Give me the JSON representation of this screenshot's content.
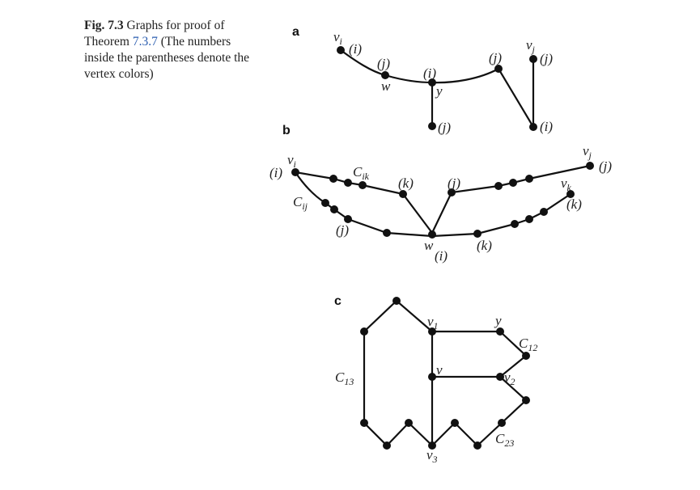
{
  "caption": {
    "fig_label": "Fig. 7.3",
    "text_before_ref": "Graphs for proof of Theorem",
    "ref": "7.3.7",
    "text_after_ref": "(The numbers inside the parentheses denote the vertex colors)"
  },
  "panels": {
    "a": {
      "letter": "a",
      "labels": {
        "vi": "v",
        "vi_sub": "i",
        "vi_color": "(i)",
        "w": "w",
        "w_color": "(j)",
        "y": "y",
        "y_color": "(i)",
        "bottom_color": "(j)",
        "vj": "v",
        "vj_sub": "j",
        "vj_color": "(j)",
        "mid_color": "(j)",
        "right_bottom_color": "(i)"
      }
    },
    "b": {
      "letter": "b",
      "labels": {
        "vi": "v",
        "vi_sub": "i",
        "vi_color": "(i)",
        "cik": "C",
        "cik_sub": "ik",
        "cij": "C",
        "cij_sub": "ij",
        "k_top": "(k)",
        "j_top": "(j)",
        "j_low": "(j)",
        "w": "w",
        "w_color": "(i)",
        "k_low": "(k)",
        "vj": "v",
        "vj_sub": "j",
        "vj_color": "(j)",
        "vk": "v",
        "vk_sub": "k",
        "vk_color": "(k)"
      }
    },
    "c": {
      "letter": "c",
      "labels": {
        "v1": "v",
        "v1_sub": "1",
        "y": "y",
        "c12": "C",
        "c12_sub": "12",
        "v": "v",
        "v2": "v",
        "v2_sub": "2",
        "c13": "C",
        "c13_sub": "13",
        "c23": "C",
        "c23_sub": "23",
        "v3": "v",
        "v3_sub": "3"
      }
    }
  }
}
